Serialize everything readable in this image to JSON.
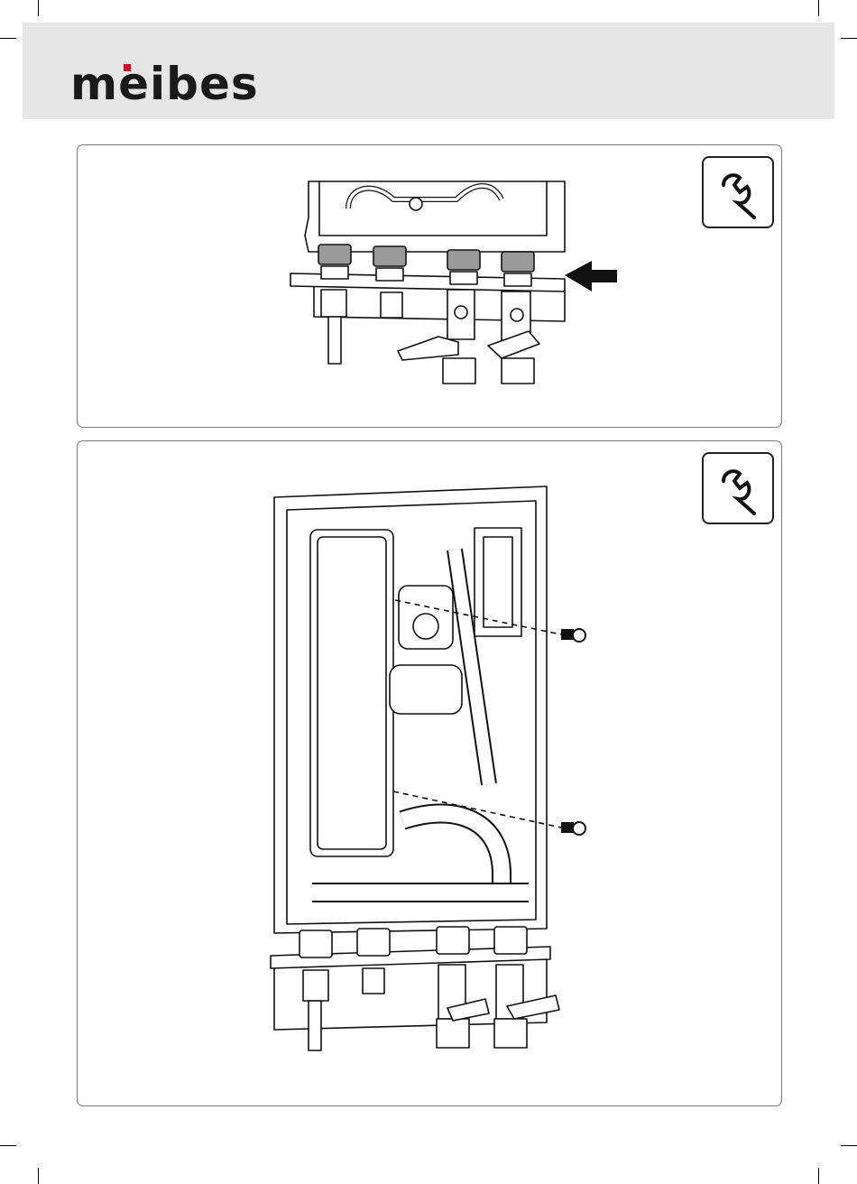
{
  "brand": {
    "name": "meibes",
    "accent": "#e3001b"
  },
  "header_bg": "#e6e6e6",
  "steps": [
    {
      "tool_icon": "wrench-icon",
      "arrow_icon": "arrow-left-icon",
      "description_icon": "valve-connections"
    },
    {
      "tool_icon": "wrench-icon",
      "screw_icons": [
        "screw-icon",
        "screw-icon"
      ],
      "description_icon": "module-mounting"
    }
  ]
}
